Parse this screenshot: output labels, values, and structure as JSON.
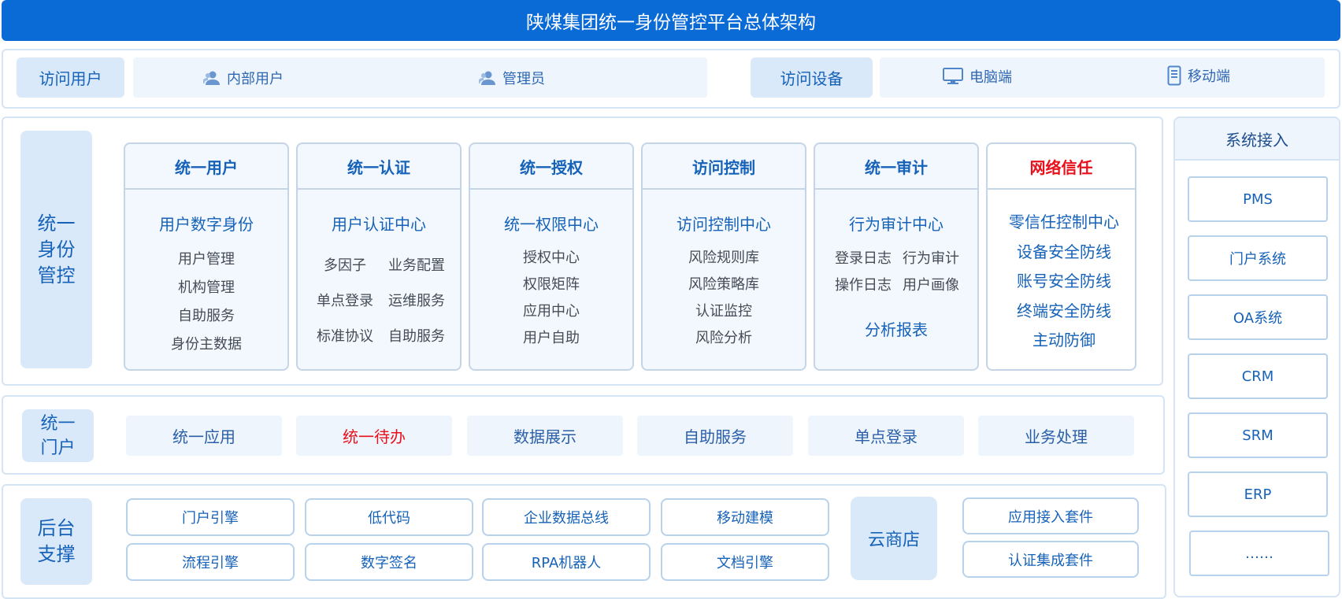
{
  "title": "陕煤集团统一身份管控平台总体架构",
  "access": {
    "users_label": "访问用户",
    "users": [
      "内部用户",
      "管理员"
    ],
    "devices_label": "访问设备",
    "devices": [
      "电脑端",
      "移动端"
    ]
  },
  "identity": {
    "label": "统一\n身份\n管控",
    "columns": [
      {
        "header": "统一用户",
        "subtitle": "用户数字身份",
        "items": [
          "用户管理",
          "机构管理",
          "自助服务",
          "身份主数据"
        ]
      },
      {
        "header": "统一认证",
        "subtitle": "用户认证中心",
        "grid": [
          [
            "多因子",
            "业务配置"
          ],
          [
            "单点登录",
            "运维服务"
          ],
          [
            "标准协议",
            "自助服务"
          ]
        ]
      },
      {
        "header": "统一授权",
        "subtitle": "统一权限中心",
        "items": [
          "授权中心",
          "权限矩阵",
          "应用中心",
          "用户自助"
        ]
      },
      {
        "header": "访问控制",
        "subtitle": "访问控制中心",
        "items": [
          "风险规则库",
          "风险策略库",
          "认证监控",
          "风险分析"
        ]
      },
      {
        "header": "统一审计",
        "subtitle": "行为审计中心",
        "grid": [
          [
            "登录日志",
            "行为审计"
          ],
          [
            "操作日志",
            "用户画像"
          ]
        ],
        "footer": "分析报表"
      },
      {
        "header": "网络信任",
        "items": [
          "零信任控制中心",
          "设备安全防线",
          "账号安全防线",
          "终端安全防线",
          "主动防御"
        ]
      }
    ]
  },
  "portal": {
    "label": "统一\n门户",
    "items": [
      "统一应用",
      "统一待办",
      "数据展示",
      "自助服务",
      "单点登录",
      "业务处理"
    ]
  },
  "backend": {
    "label": "后台\n支撑",
    "row1": [
      "门户引擎",
      "低代码",
      "企业数据总线",
      "移动建模"
    ],
    "row2": [
      "流程引擎",
      "数字签名",
      "RPA机器人",
      "文档引擎"
    ],
    "store": "云商店",
    "kits": [
      "应用接入套件",
      "认证集成套件"
    ]
  },
  "systems": {
    "header": "系统接入",
    "items": [
      "PMS",
      "门户系统",
      "OA系统",
      "CRM",
      "SRM",
      "ERP",
      "……"
    ]
  },
  "colors": {
    "primary": "#0a6ad6",
    "highlight": "#e8111b",
    "label_bg": "#dae9fa"
  }
}
